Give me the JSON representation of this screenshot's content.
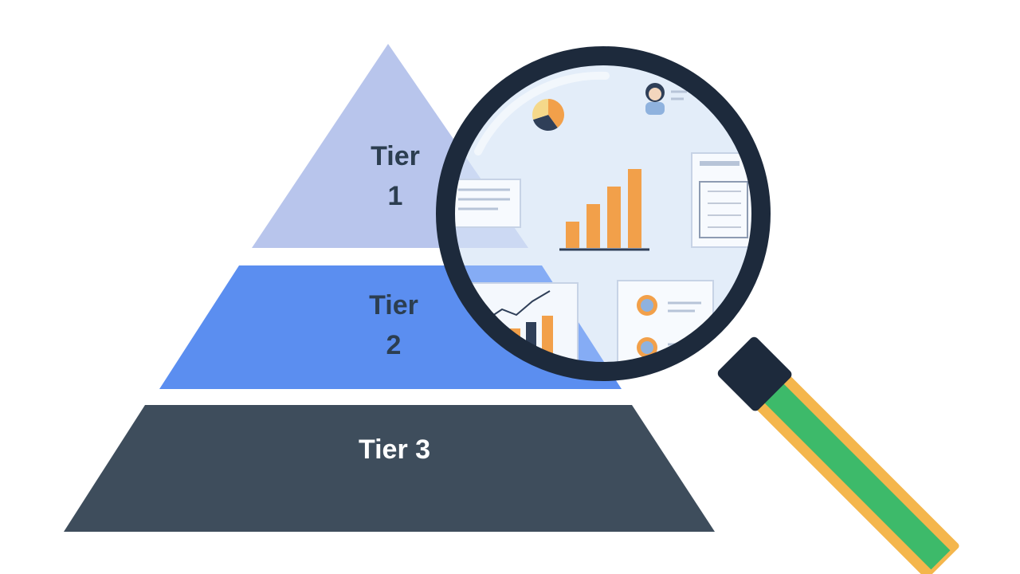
{
  "tiers": [
    {
      "line1": "Tier",
      "line2": "1",
      "color": "#b8c5ec"
    },
    {
      "line1": "Tier",
      "line2": "2",
      "color": "#5b8ef0"
    },
    {
      "line1": "Tier 3",
      "color": "#3e4d5c"
    }
  ],
  "label_colors": {
    "tier1": "#2c3e50",
    "tier2": "#2c3e50",
    "tier3": "#ffffff"
  },
  "magnifier": {
    "rim_color": "#1d2a3c",
    "lens_color": "#e3edf9",
    "handle_colors": [
      "#3dba6a",
      "#f4b64c"
    ],
    "lens_content": {
      "bar_values": [
        3,
        5,
        7,
        9
      ],
      "bar_color": "#f2a04a",
      "pie_colors": [
        "#f2a04a",
        "#2f3f58",
        "#f5d88a"
      ]
    }
  }
}
